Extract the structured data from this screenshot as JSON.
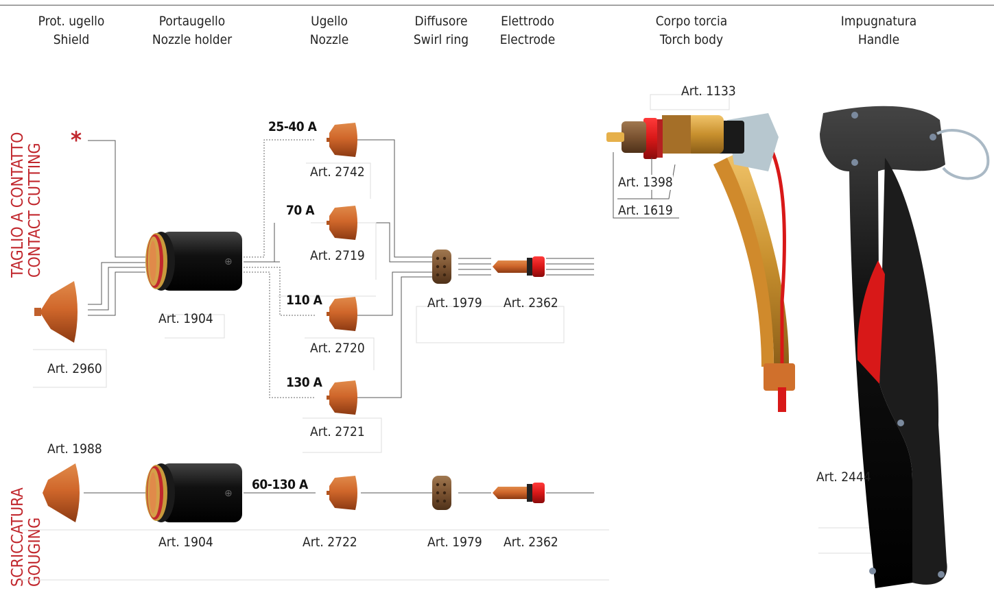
{
  "headers": [
    {
      "it": "Prot. ugello",
      "en": "Shield"
    },
    {
      "it": "Portaugello",
      "en": "Nozzle holder"
    },
    {
      "it": "Ugello",
      "en": "Nozzle"
    },
    {
      "it": "Diffusore",
      "en": "Swirl ring"
    },
    {
      "it": "Elettrodo",
      "en": "Electrode"
    },
    {
      "it": "Corpo torcia",
      "en": "Torch body"
    },
    {
      "it": "Impugnatura",
      "en": "Handle"
    }
  ],
  "sections": {
    "contact": {
      "it": "TAGLIO A CONTATTO",
      "en": "CONTACT CUTTING",
      "marker": "*"
    },
    "gouging": {
      "it": "SCRICCATURA",
      "en": "GOUGING"
    }
  },
  "amps": {
    "a1": "25-40 A",
    "a2": "70 A",
    "a3": "110 A",
    "a4": "130 A",
    "a5": "60-130 A"
  },
  "arts": {
    "shield_contact": "Art. 2960",
    "holder_contact": "Art. 1904",
    "nozzle_2742": "Art. 2742",
    "nozzle_2719": "Art. 2719",
    "nozzle_2720": "Art. 2720",
    "nozzle_2721": "Art. 2721",
    "swirl_contact": "Art. 1979",
    "electrode_contact": "Art. 2362",
    "shield_gouging": "Art. 1988",
    "holder_gouging": "Art. 1904",
    "nozzle_gouging": "Art. 2722",
    "swirl_gouging": "Art. 1979",
    "electrode_gouging": "Art. 2362",
    "torch_1133": "Art. 1133",
    "torch_1398": "Art. 1398",
    "torch_1619": "Art. 1619",
    "handle": "Art. 2444"
  },
  "colors": {
    "accent": "#c1272d",
    "copper": "#c8642c",
    "brass": "#c89a3c",
    "black": "#111111"
  }
}
